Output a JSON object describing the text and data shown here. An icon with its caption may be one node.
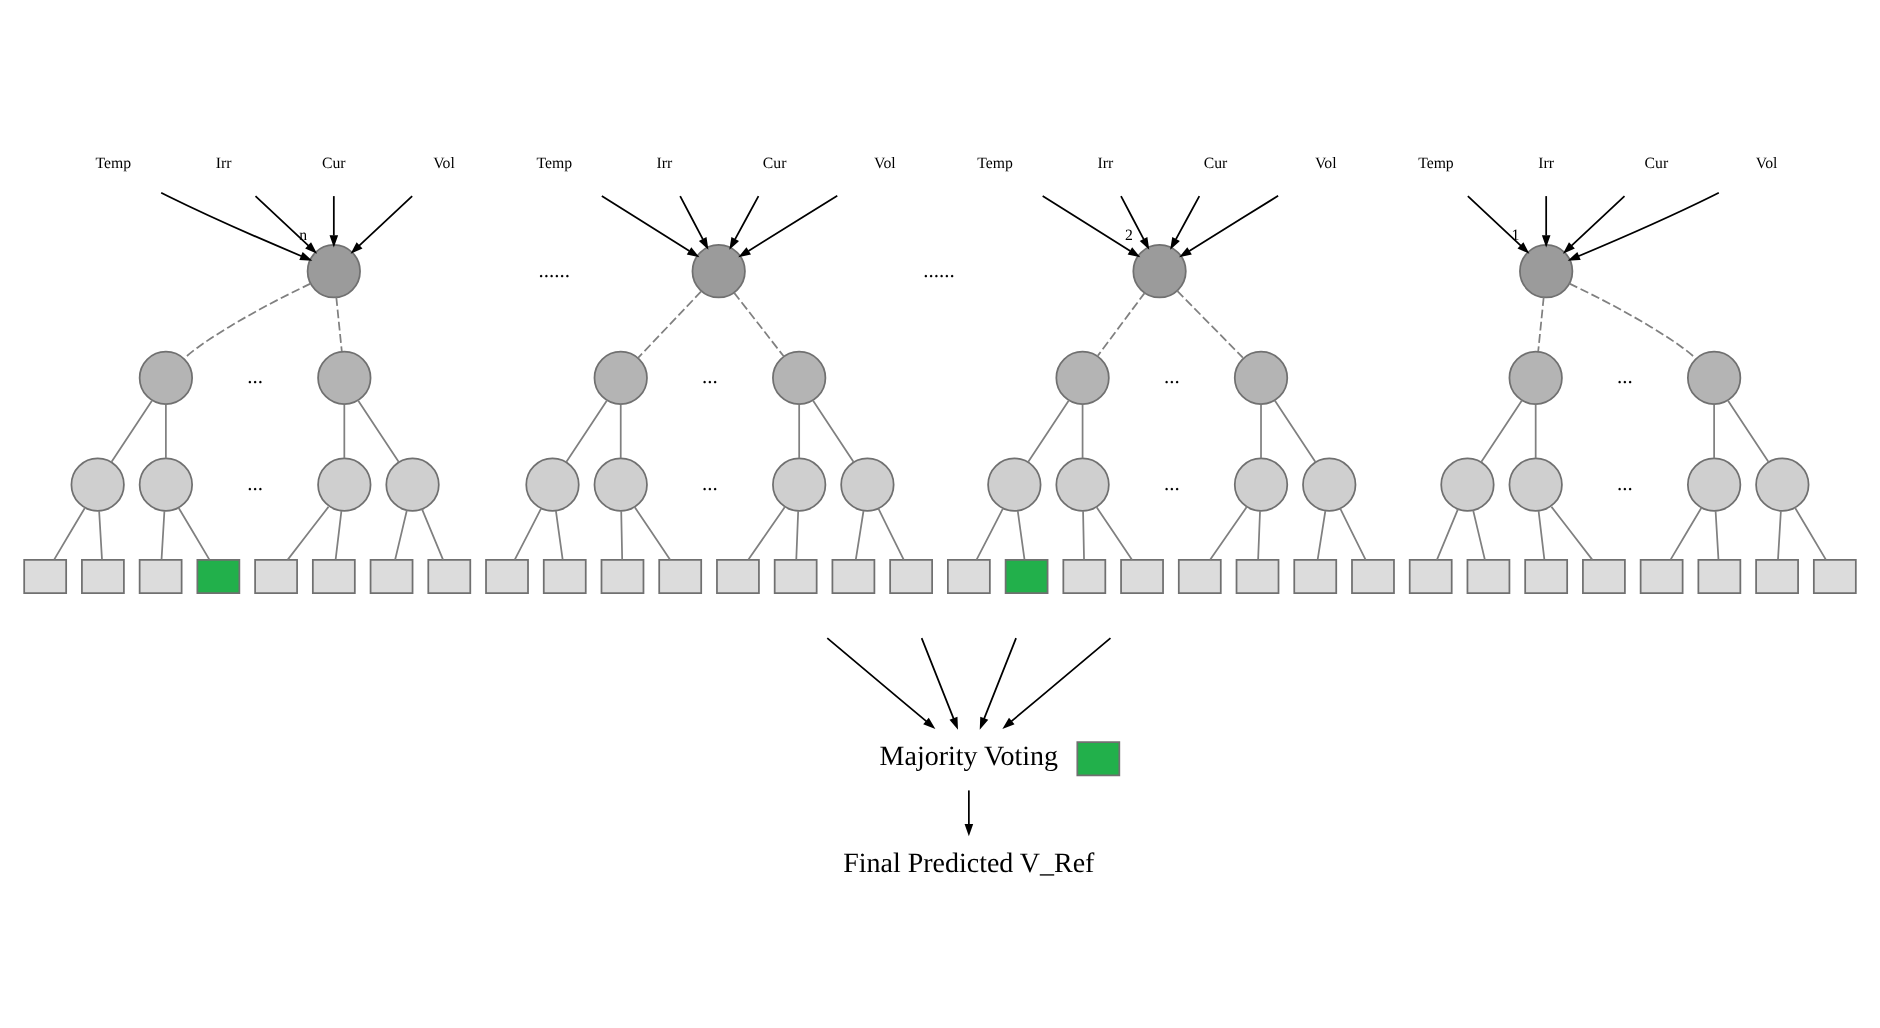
{
  "diagram": {
    "nodes": [
      {
        "text": [
          "Temp"
        ]
      },
      {
        "text": [
          "Irr"
        ]
      },
      {
        "text": [
          "Cur"
        ]
      },
      {
        "text": [
          "Vol"
        ]
      },
      {
        "text": [],
        "shape": "circle",
        "beside": [
          "n"
        ]
      },
      {
        "text": [],
        "shape": "circle"
      },
      {
        "text": [],
        "shape": "circle"
      },
      {
        "text": [],
        "shape": "circle"
      },
      {
        "text": [],
        "shape": "circle"
      },
      {
        "text": [],
        "shape": "circle"
      },
      {
        "text": [],
        "shape": "circle"
      },
      {
        "text": [],
        "shape": "box"
      },
      {
        "text": [],
        "shape": "box"
      },
      {
        "text": [],
        "shape": "box"
      },
      {
        "text": [],
        "shape": "box"
      },
      {
        "text": [],
        "shape": "box"
      },
      {
        "text": [],
        "shape": "box"
      },
      {
        "text": [],
        "shape": "box"
      },
      {
        "text": [],
        "shape": "box"
      },
      {
        "text": [
          "Temp"
        ]
      },
      {
        "text": [
          "Irr"
        ]
      },
      {
        "text": [
          "Cur"
        ]
      },
      {
        "text": [
          "Vol"
        ]
      },
      {
        "text": [],
        "shape": "circle"
      },
      {
        "text": [],
        "shape": "circle"
      },
      {
        "text": [],
        "shape": "circle"
      },
      {
        "text": [],
        "shape": "circle"
      },
      {
        "text": [],
        "shape": "circle"
      },
      {
        "text": [],
        "shape": "circle"
      },
      {
        "text": [],
        "shape": "circle"
      },
      {
        "text": [],
        "shape": "box"
      },
      {
        "text": [],
        "shape": "box"
      },
      {
        "text": [],
        "shape": "box"
      },
      {
        "text": [],
        "shape": "box"
      },
      {
        "text": [],
        "shape": "box"
      },
      {
        "text": [],
        "shape": "box"
      },
      {
        "text": [],
        "shape": "box"
      },
      {
        "text": [],
        "shape": "box"
      },
      {
        "text": [
          "Temp"
        ]
      },
      {
        "text": [
          "Irr"
        ]
      },
      {
        "text": [
          "Cur"
        ]
      },
      {
        "text": [
          "Vol"
        ]
      },
      {
        "text": [],
        "shape": "circle",
        "beside": [
          "2"
        ]
      },
      {
        "text": [],
        "shape": "circle"
      },
      {
        "text": [],
        "shape": "circle"
      },
      {
        "text": [],
        "shape": "circle"
      },
      {
        "text": [],
        "shape": "circle"
      },
      {
        "text": [],
        "shape": "circle"
      },
      {
        "text": [],
        "shape": "circle"
      },
      {
        "text": [],
        "shape": "box"
      },
      {
        "text": [],
        "shape": "box"
      },
      {
        "text": [],
        "shape": "box"
      },
      {
        "text": [],
        "shape": "box"
      },
      {
        "text": [],
        "shape": "box"
      },
      {
        "text": [],
        "shape": "box"
      },
      {
        "text": [],
        "shape": "box"
      },
      {
        "text": [],
        "shape": "box"
      },
      {
        "text": [
          "Temp"
        ]
      },
      {
        "text": [
          "Irr"
        ]
      },
      {
        "text": [
          "Cur"
        ]
      },
      {
        "text": [
          "Vol"
        ]
      },
      {
        "text": [],
        "shape": "circle",
        "beside": [
          "1"
        ]
      },
      {
        "text": [],
        "shape": "circle"
      },
      {
        "text": [],
        "shape": "circle"
      },
      {
        "text": [],
        "shape": "circle"
      },
      {
        "text": [],
        "shape": "circle"
      },
      {
        "text": [],
        "shape": "circle"
      },
      {
        "text": [],
        "shape": "circle"
      },
      {
        "text": [],
        "shape": "box"
      },
      {
        "text": [],
        "shape": "box"
      },
      {
        "text": [],
        "shape": "box"
      },
      {
        "text": [],
        "shape": "box"
      },
      {
        "text": [],
        "shape": "box"
      },
      {
        "text": [],
        "shape": "box"
      },
      {
        "text": [],
        "shape": "box"
      },
      {
        "text": [],
        "shape": "box"
      },
      {
        "text": [
          "Majority Voting"
        ]
      },
      {
        "text": [],
        "shape": "box"
      },
      {
        "text": [
          "Final Predicted V_Ref"
        ]
      }
    ],
    "edges": [
      {
        "from": 0,
        "to": 4,
        "arrow": "to",
        "color": "#000000"
      },
      {
        "from": 1,
        "to": 4,
        "arrow": "to",
        "color": "#000000"
      },
      {
        "from": 2,
        "to": 4,
        "arrow": "to",
        "color": "#000000"
      },
      {
        "from": 3,
        "to": 4,
        "arrow": "to",
        "color": "#000000"
      },
      {
        "from": 4,
        "to": 5,
        "arrow": "none",
        "style": "dashed"
      },
      {
        "from": 4,
        "to": 6,
        "arrow": "none",
        "style": "dashed"
      },
      {
        "from": 5,
        "to": 7,
        "arrow": "none"
      },
      {
        "from": 5,
        "to": 8,
        "arrow": "none"
      },
      {
        "from": 6,
        "to": 9,
        "arrow": "none"
      },
      {
        "from": 6,
        "to": 10,
        "arrow": "none"
      },
      {
        "from": 7,
        "to": 11,
        "arrow": "none"
      },
      {
        "from": 7,
        "to": 12,
        "arrow": "none"
      },
      {
        "from": 8,
        "to": 13,
        "arrow": "none"
      },
      {
        "from": 8,
        "to": 14,
        "arrow": "none"
      },
      {
        "from": 9,
        "to": 15,
        "arrow": "none"
      },
      {
        "from": 9,
        "to": 16,
        "arrow": "none"
      },
      {
        "from": 10,
        "to": 17,
        "arrow": "none"
      },
      {
        "from": 10,
        "to": 18,
        "arrow": "none"
      },
      {
        "from": 19,
        "to": 23,
        "arrow": "to",
        "color": "#000000"
      },
      {
        "from": 20,
        "to": 23,
        "arrow": "to",
        "color": "#000000"
      },
      {
        "from": 21,
        "to": 23,
        "arrow": "to",
        "color": "#000000"
      },
      {
        "from": 22,
        "to": 23,
        "arrow": "to",
        "color": "#000000"
      },
      {
        "from": 23,
        "to": 24,
        "arrow": "none",
        "style": "dashed"
      },
      {
        "from": 23,
        "to": 25,
        "arrow": "none",
        "style": "dashed"
      },
      {
        "from": 24,
        "to": 26,
        "arrow": "none"
      },
      {
        "from": 24,
        "to": 27,
        "arrow": "none"
      },
      {
        "from": 25,
        "to": 28,
        "arrow": "none"
      },
      {
        "from": 25,
        "to": 29,
        "arrow": "none"
      },
      {
        "from": 26,
        "to": 30,
        "arrow": "none"
      },
      {
        "from": 26,
        "to": 31,
        "arrow": "none"
      },
      {
        "from": 27,
        "to": 32,
        "arrow": "none"
      },
      {
        "from": 27,
        "to": 33,
        "arrow": "none"
      },
      {
        "from": 28,
        "to": 34,
        "arrow": "none"
      },
      {
        "from": 28,
        "to": 35,
        "arrow": "none"
      },
      {
        "from": 29,
        "to": 36,
        "arrow": "none"
      },
      {
        "from": 29,
        "to": 37,
        "arrow": "none"
      },
      {
        "from": 38,
        "to": 42,
        "arrow": "to",
        "color": "#000000"
      },
      {
        "from": 39,
        "to": 42,
        "arrow": "to",
        "color": "#000000"
      },
      {
        "from": 40,
        "to": 42,
        "arrow": "to",
        "color": "#000000"
      },
      {
        "from": 41,
        "to": 42,
        "arrow": "to",
        "color": "#000000"
      },
      {
        "from": 42,
        "to": 43,
        "arrow": "none",
        "style": "dashed"
      },
      {
        "from": 42,
        "to": 44,
        "arrow": "none",
        "style": "dashed"
      },
      {
        "from": 43,
        "to": 45,
        "arrow": "none"
      },
      {
        "from": 43,
        "to": 46,
        "arrow": "none"
      },
      {
        "from": 44,
        "to": 47,
        "arrow": "none"
      },
      {
        "from": 44,
        "to": 48,
        "arrow": "none"
      },
      {
        "from": 45,
        "to": 49,
        "arrow": "none"
      },
      {
        "from": 45,
        "to": 50,
        "arrow": "none"
      },
      {
        "from": 46,
        "to": 51,
        "arrow": "none"
      },
      {
        "from": 46,
        "to": 52,
        "arrow": "none"
      },
      {
        "from": 47,
        "to": 53,
        "arrow": "none"
      },
      {
        "from": 47,
        "to": 54,
        "arrow": "none"
      },
      {
        "from": 48,
        "to": 55,
        "arrow": "none"
      },
      {
        "from": 48,
        "to": 56,
        "arrow": "none"
      },
      {
        "from": 57,
        "to": 61,
        "arrow": "to",
        "color": "#000000"
      },
      {
        "from": 58,
        "to": 61,
        "arrow": "to",
        "color": "#000000"
      },
      {
        "from": 59,
        "to": 61,
        "arrow": "to",
        "color": "#000000"
      },
      {
        "from": 60,
        "to": 61,
        "arrow": "to",
        "color": "#000000"
      },
      {
        "from": 61,
        "to": 62,
        "arrow": "none",
        "style": "dashed"
      },
      {
        "from": 61,
        "to": 63,
        "arrow": "none",
        "style": "dashed"
      },
      {
        "from": 62,
        "to": 64,
        "arrow": "none"
      },
      {
        "from": 62,
        "to": 65,
        "arrow": "none"
      },
      {
        "from": 63,
        "to": 66,
        "arrow": "none"
      },
      {
        "from": 63,
        "to": 67,
        "arrow": "none"
      },
      {
        "from": 64,
        "to": 68,
        "arrow": "none"
      },
      {
        "from": 64,
        "to": 69,
        "arrow": "none"
      },
      {
        "from": 65,
        "to": 70,
        "arrow": "none"
      },
      {
        "from": 65,
        "to": 71,
        "arrow": "none"
      },
      {
        "from": 66,
        "to": 72,
        "arrow": "none"
      },
      {
        "from": 66,
        "to": 73,
        "arrow": "none"
      },
      {
        "from": 67,
        "to": 74,
        "arrow": "none"
      },
      {
        "from": 67,
        "to": 75,
        "arrow": "none"
      },
      {
        "from": null,
        "to": 76,
        "arrow": "to",
        "color": "#000000"
      },
      {
        "from": null,
        "to": 76,
        "arrow": "to",
        "color": "#000000"
      },
      {
        "from": null,
        "to": 76,
        "arrow": "to",
        "color": "#000000"
      },
      {
        "from": null,
        "to": 76,
        "arrow": "to",
        "color": "#000000"
      },
      {
        "from": 76,
        "to": 78,
        "arrow": "to",
        "color": "#000000"
      }
    ],
    "labels": [
      "......",
      "......",
      "...",
      "...",
      "...",
      "...",
      "...",
      "...",
      "...",
      "..."
    ]
  }
}
